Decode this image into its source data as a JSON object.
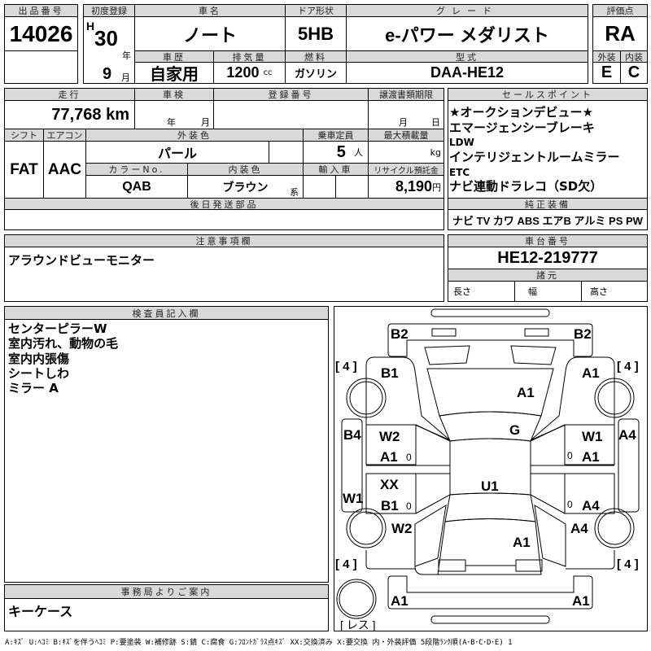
{
  "header": {
    "lot_label": "出品番号",
    "lot": "14026",
    "first_reg_label": "初度登録",
    "era": "H",
    "year": "30",
    "year_unit": "年",
    "month": "9",
    "month_unit": "月",
    "name_label": "車名",
    "name": "ノート",
    "door_label": "ドア形状",
    "door": "5HB",
    "grade_label": "グレード",
    "grade": "e-パワー メダリスト",
    "history_label": "車歴",
    "history": "自家用",
    "disp_label": "排気量",
    "disp": "1200",
    "disp_unit": "cc",
    "fuel_label": "燃料",
    "fuel": "ガソリン",
    "model_label": "型式",
    "model": "DAA-HE12",
    "score_label": "評価点",
    "score": "RA",
    "ext_label": "外装",
    "ext": "E",
    "int_label": "内装",
    "int": "C"
  },
  "details": {
    "mileage_label": "走行",
    "mileage": "77,768 km",
    "inspection_label": "車検",
    "year_unit": "年",
    "month_unit": "月",
    "reg_label": "登録番号",
    "transfer_label": "譲渡書類期限",
    "t_month": "月",
    "t_day": "日",
    "shift_label": "シフト",
    "shift": "FAT",
    "ac_label": "エアコン",
    "ac": "AAC",
    "color_label": "外装色",
    "color": "パール",
    "seats_label": "乗車定員",
    "seats": "5",
    "seats_unit": "人",
    "load_label": "最大積載量",
    "load_unit": "kg",
    "colorno_label": "カラーNo.",
    "colorno": "QAB",
    "interior_label": "内装色",
    "interior": "ブラウン",
    "interior_unit": "系",
    "import_label": "輸入車",
    "recycle_label": "リサイクル預託金",
    "recycle": "8,190",
    "recycle_unit": "円",
    "later_label": "後日発送部品"
  },
  "sales": {
    "label": "セールスポイント",
    "items": [
      "★オークションデビュー★",
      "エマージェンシーブレーキ",
      "LDW",
      "インテリジェントルームミラー",
      "ETC",
      "ナビ連動ドラレコ（SD欠）"
    ],
    "equip_label": "純正装備",
    "equip": "ナビ TV カワ ABS エアB アルミ PS PW"
  },
  "notes": {
    "label": "注意事項欄",
    "text": "アラウンドビューモニター"
  },
  "chassis": {
    "label": "車台番号",
    "value": "HE12-219777",
    "spec_label": "諸元",
    "length": "長さ",
    "width": "幅",
    "height": "高さ"
  },
  "inspector": {
    "label": "検査員記入欄",
    "lines": [
      "センターピラーW",
      "室内汚れ、動物の毛",
      "室内内張傷",
      "シートしわ",
      "ミラー A"
    ]
  },
  "office": {
    "label": "事務局よりご案内",
    "text": "キーケース"
  },
  "diagram": {
    "marks": [
      "B2",
      "B2",
      "B1",
      "A1",
      "A1",
      "G",
      "B4",
      "A4",
      "W2",
      "W1",
      "A1",
      "A1",
      "XX",
      "U1",
      "W1",
      "B1",
      "A4",
      "W2",
      "A4",
      "A1",
      "A1",
      "A1"
    ],
    "tires": [
      "[ 4 ]",
      "[ 4 ]",
      "[ 4 ]",
      "[ 4 ]"
    ],
    "spare": "[ レス ]",
    "zero": "0"
  },
  "legend": "A:ｷｽﾞ U:ﾍｺﾐ B:ｷｽﾞを伴うﾍｺﾐ P:要塗装 W:補修跡 S:錆 C:腐食 G:ﾌﾛﾝﾄｶﾞﾗｽ点ｷｽﾞ XX:交換済み X:要交換  内・外装評価  5段階ﾗﾝｸ順(A･B･C･D･E) 1"
}
